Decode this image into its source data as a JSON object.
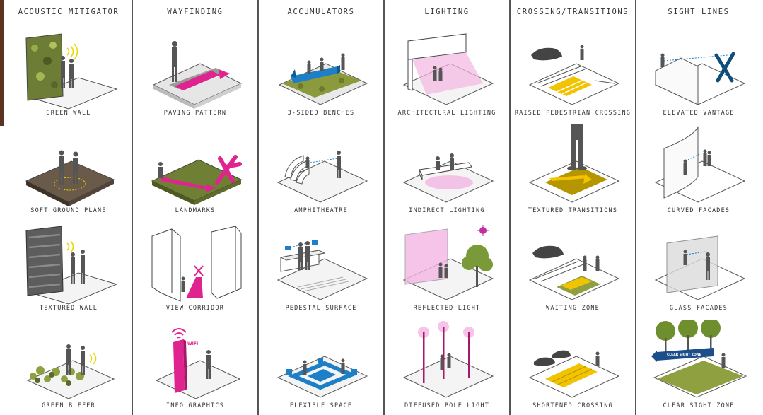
{
  "columns": [
    {
      "title": "ACOUSTIC MITIGATOR",
      "items": [
        {
          "label": "GREEN WALL",
          "icon": "green-wall-icon"
        },
        {
          "label": "SOFT GROUND PLANE",
          "icon": "soft-ground-plane-icon"
        },
        {
          "label": "TEXTURED WALL",
          "icon": "textured-wall-icon"
        },
        {
          "label": "GREEN BUFFER",
          "icon": "green-buffer-icon"
        }
      ]
    },
    {
      "title": "WAYFINDING",
      "items": [
        {
          "label": "PAVING PATTERN",
          "icon": "paving-pattern-icon"
        },
        {
          "label": "LANDMARKS",
          "icon": "landmarks-icon"
        },
        {
          "label": "VIEW CORRIDOR",
          "icon": "view-corridor-icon"
        },
        {
          "label": "INFO GRAPHICS",
          "icon": "info-graphics-icon",
          "sign_text": "WIFI"
        }
      ]
    },
    {
      "title": "ACCUMULATORS",
      "items": [
        {
          "label": "3-SIDED BENCHES",
          "icon": "three-sided-benches-icon"
        },
        {
          "label": "AMPHITHEATRE",
          "icon": "amphitheatre-icon"
        },
        {
          "label": "PEDESTAL SURFACE",
          "icon": "pedestal-surface-icon"
        },
        {
          "label": "FLEXIBLE SPACE",
          "icon": "flexible-space-icon"
        }
      ]
    },
    {
      "title": "LIGHTING",
      "items": [
        {
          "label": "ARCHITECTURAL LIGHTING",
          "icon": "architectural-lighting-icon"
        },
        {
          "label": "INDIRECT LIGHTING",
          "icon": "indirect-lighting-icon"
        },
        {
          "label": "REFLECTED LIGHT",
          "icon": "reflected-light-icon"
        },
        {
          "label": "DIFFUSED POLE LIGHT",
          "icon": "diffused-pole-light-icon"
        }
      ]
    },
    {
      "title": "CROSSING/TRANSITIONS",
      "items": [
        {
          "label": "RAISED PEDESTRIAN CROSSING",
          "icon": "raised-pedestrian-crossing-icon"
        },
        {
          "label": "TEXTURED TRANSITIONS",
          "icon": "textured-transitions-icon"
        },
        {
          "label": "WAITING ZONE",
          "icon": "waiting-zone-icon"
        },
        {
          "label": "SHORTENED CROSSING",
          "icon": "shortened-crossing-icon"
        }
      ]
    },
    {
      "title": "SIGHT LINES",
      "items": [
        {
          "label": "ELEVATED VANTAGE",
          "icon": "elevated-vantage-icon"
        },
        {
          "label": "CURVED FACADES",
          "icon": "curved-facades-icon"
        },
        {
          "label": "GLASS FACADES",
          "icon": "glass-facades-icon"
        },
        {
          "label": "CLEAR SIGHT ZONE",
          "icon": "clear-sight-zone-icon",
          "sign_text": "CLEAR SIGHT ZONE"
        }
      ]
    }
  ],
  "colors": {
    "magenta": "#e0248f",
    "blue": "#1c7fc7",
    "yellow": "#f2c300",
    "green": "#8a9a3c",
    "pink_glow": "#f3b6e3"
  }
}
